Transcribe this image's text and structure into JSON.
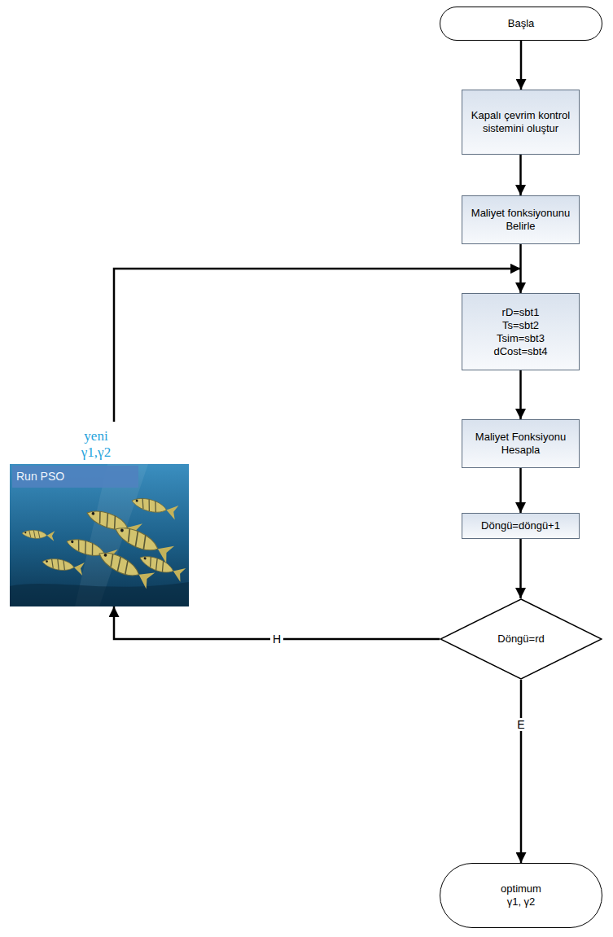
{
  "diagram": {
    "nodes": [
      {
        "text": [
          "Başla"
        ]
      },
      {
        "text": [
          "Kapalı çevrim kontrol sistemini oluştur"
        ]
      },
      {
        "text": [
          "Maliyet fonksiyonunu Belirle"
        ]
      },
      {
        "text": [
          "rD=sbt1",
          "Ts=sbt2",
          "Tsim=sbt3",
          "dCost=sbt4"
        ]
      },
      {
        "text": [
          "Maliyet Fonksiyonu Hesapla"
        ]
      },
      {
        "text": [
          "Döngü=döngü+1"
        ]
      },
      {
        "text": [
          "Döngü=rd"
        ]
      },
      {
        "text": [
          "optimum γ1, γ2"
        ]
      },
      {
        "text": [
          "yeni γ1,γ2",
          "Run PSO"
        ]
      }
    ],
    "edges": [
      {
        "from": 0,
        "to": 1,
        "arrow": "to"
      },
      {
        "from": 1,
        "to": 2,
        "arrow": "to"
      },
      {
        "from": 2,
        "to": 3,
        "arrow": "to"
      },
      {
        "from": 3,
        "to": 4,
        "arrow": "to"
      },
      {
        "from": 4,
        "to": 5,
        "arrow": "to"
      },
      {
        "from": 5,
        "to": 6,
        "arrow": "to"
      },
      {
        "from": 6,
        "to": 7,
        "label": "E",
        "arrow": "to"
      },
      {
        "from": 6,
        "to": 8,
        "label": "H",
        "arrow": "to"
      },
      {
        "from": 8,
        "to": 3,
        "arrow": "to"
      }
    ]
  }
}
